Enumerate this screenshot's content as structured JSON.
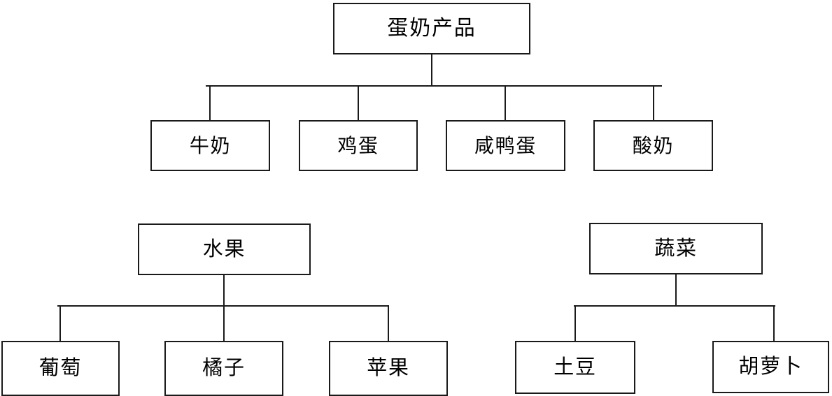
{
  "diagram": {
    "type": "tree-hierarchy",
    "background_color": "#ffffff",
    "line_color": "#1a1a1a",
    "text_color": "#000000",
    "trees": [
      {
        "id": "dairy-tree",
        "root": "蛋奶产品",
        "children": [
          "牛奶",
          "鸡蛋",
          "咸鸭蛋",
          "酸奶"
        ]
      },
      {
        "id": "fruit-tree",
        "root": "水果",
        "children": [
          "葡萄",
          "橘子",
          "苹果"
        ]
      },
      {
        "id": "vegetable-tree",
        "root": "蔬菜",
        "children": [
          "土豆",
          "胡萝卜"
        ]
      }
    ]
  },
  "nodes": {
    "dairy_root": "蛋奶产品",
    "milk": "牛奶",
    "chicken_egg": "鸡蛋",
    "salted_duck_egg": "咸鸭蛋",
    "yogurt": "酸奶",
    "fruit_root": "水果",
    "grape": "葡萄",
    "orange": "橘子",
    "apple": "苹果",
    "vegetable_root": "蔬菜",
    "potato": "土豆",
    "carrot": "胡萝卜"
  }
}
